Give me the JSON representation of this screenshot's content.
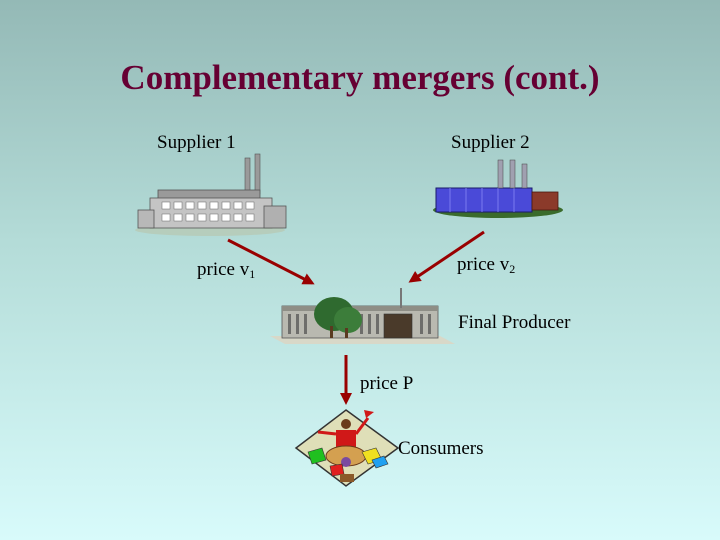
{
  "title": "Complementary mergers (cont.)",
  "labels": {
    "supplier1": "Supplier 1",
    "supplier2": "Supplier 2",
    "price_v1_prefix": "price v",
    "price_v1_sub": "1",
    "price_v2_prefix": "price v",
    "price_v2_sub": "2",
    "final_producer": "Final Producer",
    "price_p": "price P",
    "consumers": "Consumers"
  },
  "colors": {
    "title": "#660033",
    "arrow": "#990000",
    "background_top": "#94b9b6",
    "background_bottom": "#d8fbfb"
  }
}
